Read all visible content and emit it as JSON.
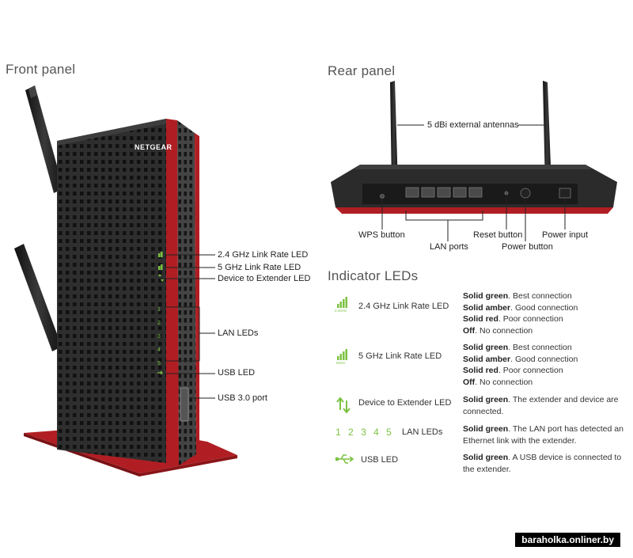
{
  "front_panel": {
    "heading": "Front panel",
    "brand": "NETGEAR",
    "port_numbers": [
      "1",
      "2",
      "3",
      "4",
      "5"
    ],
    "labels": {
      "led_24": "2.4 GHz Link Rate LED",
      "led_5": "5 GHz Link Rate LED",
      "led_device": "Device to Extender LED",
      "lan_leds": "LAN LEDs",
      "usb_led": "USB LED",
      "usb_port": "USB 3.0 port"
    }
  },
  "rear_panel": {
    "heading": "Rear panel",
    "labels": {
      "antennas": "5 dBi external antennas",
      "wps": "WPS button",
      "lan_ports": "LAN ports",
      "reset": "Reset button",
      "power_button": "Power button",
      "power_input": "Power input"
    }
  },
  "indicators": {
    "heading": "Indicator LEDs",
    "icon_captions": {
      "ghz24": "2.4GHz",
      "ghz5": "5GHz"
    },
    "rows": [
      {
        "name": "2.4 GHz Link Rate LED",
        "icon": "signal-bars-icon",
        "states": [
          {
            "bold": "Solid green",
            "text": ". Best connection"
          },
          {
            "bold": "Solid amber",
            "text": ". Good connection"
          },
          {
            "bold": "Solid red",
            "text": ". Poor connection"
          },
          {
            "bold": "Off",
            "text": ". No connection"
          }
        ]
      },
      {
        "name": "5 GHz Link Rate LED",
        "icon": "signal-bars-icon",
        "states": [
          {
            "bold": "Solid green",
            "text": ". Best connection"
          },
          {
            "bold": "Solid amber",
            "text": ". Good connection"
          },
          {
            "bold": "Solid red",
            "text": ". Poor connection"
          },
          {
            "bold": "Off",
            "text": ". No connection"
          }
        ]
      },
      {
        "name": "Device to Extender LED",
        "icon": "up-down-arrows-icon",
        "states": [
          {
            "bold": "Solid green",
            "text": ". The extender and device are connected."
          }
        ]
      },
      {
        "name": "LAN LEDs",
        "icon": "numbers-icon",
        "numbers": [
          "1",
          "2",
          "3",
          "4",
          "5"
        ],
        "states": [
          {
            "bold": "Solid green",
            "text": ". The LAN port has detected an Ethernet link with the extender."
          }
        ]
      },
      {
        "name": "USB LED",
        "icon": "usb-icon",
        "states": [
          {
            "bold": "Solid green",
            "text": ". A USB device is connected to the extender."
          }
        ]
      }
    ]
  },
  "watermark": "baraholka.onliner.by",
  "colors": {
    "led_green": "#7cc242",
    "accent_red": "#b01e23",
    "body_dark": "#2b2b2b"
  }
}
